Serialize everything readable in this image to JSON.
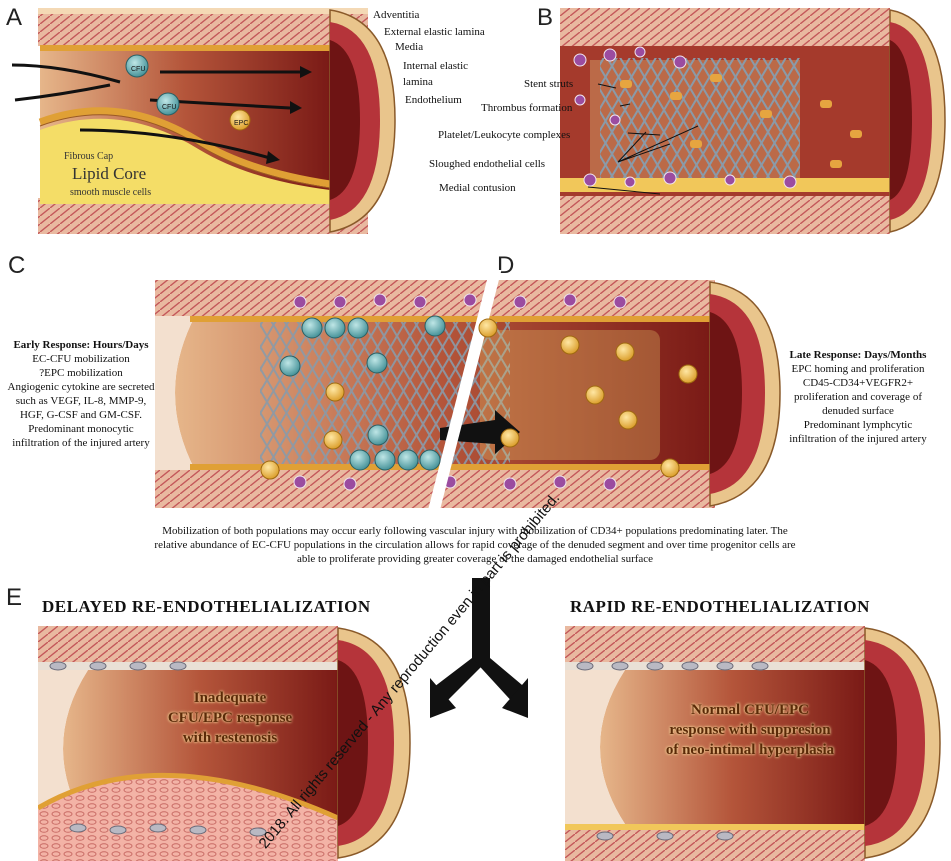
{
  "panels": {
    "a": "A",
    "b": "B",
    "c": "C",
    "d": "D",
    "e": "E"
  },
  "panel_a": {
    "labels": {
      "adventitia": "Adventitia",
      "external_elastic_lamina": "External elastic lamina",
      "media": "Media",
      "internal_elastic_lamina_1": "Internal elastic",
      "internal_elastic_lamina_2": "lamina",
      "endothelium": "Endothelium",
      "fibrous_cap": "Fibrous Cap",
      "lipid_core": "Lipid Core",
      "smooth_muscle": "smooth muscle cells"
    },
    "cells": {
      "cfu": "CFU",
      "epc": "EPC"
    }
  },
  "panel_b": {
    "labels": {
      "stent_struts": "Stent struts",
      "thrombus": "Thrombus formation",
      "platelet": "Platelet/Leukocyte complexes",
      "sloughed": "Sloughed endothelial cells",
      "medial": "Medial contusion"
    }
  },
  "panel_cd": {
    "early_title": "Early Response: Hours/Days",
    "early_lines": [
      "EC-CFU mobilization",
      "?EPC mobilization",
      "Angiogenic cytokine are secreted",
      "such as VEGF, IL-8, MMP-9,",
      "HGF, G-CSF and GM-CSF.",
      "Predominant monocytic",
      "infiltration of the injured artery"
    ],
    "late_title": "Late Response: Days/Months",
    "late_lines": [
      "EPC homing and proliferation",
      "CD45-CD34+VEGFR2+",
      "proliferation and coverage of",
      "denuded surface",
      "Predominant lymphcytic",
      "infiltration of the injured artery"
    ]
  },
  "caption": {
    "line1": "Mobilization of both populations may occur early following vascular injury with mobilization of CD34+ populations predominating later. The",
    "line2": "relative abundance of EC-CFU populations in the circulation allows for rapid coverage of the denuded segment and over time progenitor cells are",
    "line3": "able to proliferate providing greater coverage of the damaged endothelial surface"
  },
  "panel_e": {
    "left_heading": "DELAYED RE-ENDOTHELIALIZATION",
    "right_heading": "RAPID RE-ENDOTHELIALIZATION",
    "left_overlay_1": "Inadequate",
    "left_overlay_2": "CFU/EPC response",
    "left_overlay_3": "with restenosis",
    "right_overlay_1": "Normal CFU/EPC",
    "right_overlay_2": "response with suppresion",
    "right_overlay_3": "of neo-intimal hyperplasia"
  },
  "watermark": "2018. All rights reserved - Any reproduction even in part is prohibited.",
  "colors": {
    "wall": "#b5343a",
    "lumen": "#c47a4c",
    "adventitia": "#e9c58c",
    "endothelium": "#e8a23a",
    "cfu_cell": "#5aa3a8",
    "epc_cell": "#e9b03a",
    "lipid": "#f2dc5c"
  }
}
